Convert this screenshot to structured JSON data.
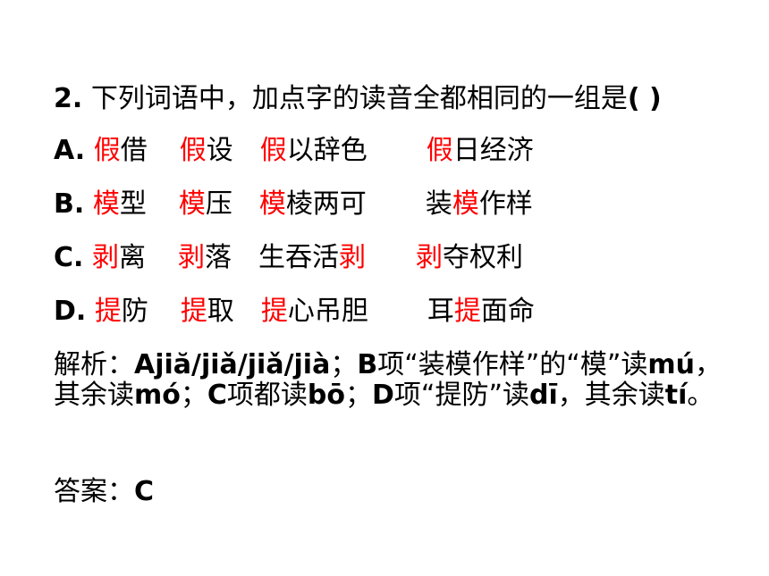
{
  "question": {
    "number": "2.",
    "text": " 下列词语中，加点字的读音全都相同的一组是",
    "bracket": "(  )"
  },
  "options": [
    {
      "label": "A.",
      "words": [
        {
          "hl": "假",
          "rest": "借",
          "hl_first": true
        },
        {
          "hl": "假",
          "rest": "设",
          "hl_first": true
        },
        {
          "hl": "假",
          "rest": "以辞色",
          "hl_first": true
        },
        {
          "hl": "假",
          "rest": "日经济",
          "hl_first": true
        }
      ]
    },
    {
      "label": "B.",
      "words": [
        {
          "hl": "模",
          "rest": "型",
          "hl_first": true
        },
        {
          "hl": "模",
          "rest": "压",
          "hl_first": true
        },
        {
          "hl": "模",
          "rest": "棱两可",
          "hl_first": true
        },
        {
          "pre": "装",
          "hl": "模",
          "rest": "作样",
          "hl_first": false
        }
      ]
    },
    {
      "label": "C.",
      "words": [
        {
          "hl": "剥",
          "rest": "离",
          "hl_first": true
        },
        {
          "hl": "剥",
          "rest": "落",
          "hl_first": true
        },
        {
          "pre": "生吞活",
          "hl": "剥",
          "rest": "",
          "hl_first": false
        },
        {
          "hl": "剥",
          "rest": "夺权利",
          "hl_first": true
        }
      ]
    },
    {
      "label": "D.",
      "words": [
        {
          "hl": "提",
          "rest": "防",
          "hl_first": true
        },
        {
          "hl": "提",
          "rest": "取",
          "hl_first": true
        },
        {
          "hl": "提",
          "rest": "心吊胆",
          "hl_first": true
        },
        {
          "pre": "耳",
          "hl": "提",
          "rest": "面命",
          "hl_first": false
        }
      ]
    }
  ],
  "explanation": {
    "segments": [
      {
        "t": "解析：",
        "b": false
      },
      {
        "t": "Ajiă/jiǎ/jiǎ/jià",
        "b": true
      },
      {
        "t": "；",
        "b": false
      },
      {
        "t": "B",
        "b": true
      },
      {
        "t": "项“装模作样”的“模”读",
        "b": false
      },
      {
        "t": "mú",
        "b": true
      },
      {
        "t": "，其余读",
        "b": false
      },
      {
        "t": "mó",
        "b": true
      },
      {
        "t": "；",
        "b": false
      },
      {
        "t": "C",
        "b": true
      },
      {
        "t": "项都读",
        "b": false
      },
      {
        "t": "bō",
        "b": true
      },
      {
        "t": "；",
        "b": false
      },
      {
        "t": "D",
        "b": true
      },
      {
        "t": "项“提防”读",
        "b": false
      },
      {
        "t": "dī",
        "b": true
      },
      {
        "t": "，其余读",
        "b": false
      },
      {
        "t": "tí",
        "b": true
      },
      {
        "t": "。",
        "b": false
      }
    ]
  },
  "answer": {
    "label": "答案：",
    "value": "C"
  },
  "colors": {
    "highlight": "#ff0000",
    "text": "#000000",
    "background": "#ffffff"
  }
}
